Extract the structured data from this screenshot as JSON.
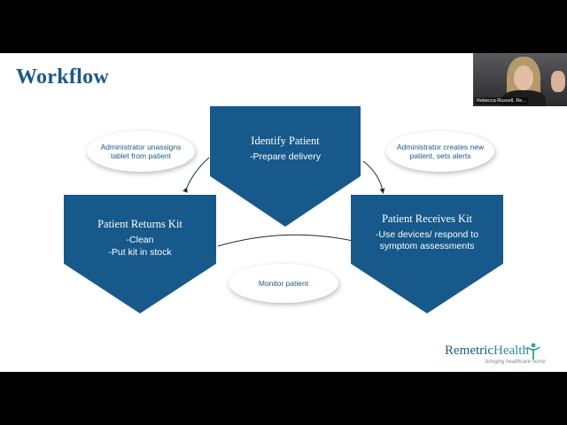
{
  "slide": {
    "title": "Workflow",
    "steps": {
      "top": {
        "title": "Identify Patient",
        "lines": [
          "-Prepare delivery"
        ]
      },
      "left": {
        "title": "Patient Returns Kit",
        "lines": [
          "-Clean",
          "-Put kit in stock"
        ]
      },
      "right": {
        "title": "Patient Receives Kit",
        "lines": [
          "-Use devices/ respond to",
          "symptom assessments"
        ]
      }
    },
    "bubbles": {
      "top_left": "Administrator unassigns tablet from patient",
      "top_right": "Administrator creates new patient, sets alerts",
      "bottom": "Monitor patient"
    },
    "logo": {
      "name_part1": "Remetric",
      "name_part2": "Health",
      "tagline": "bringing healthcare home"
    }
  },
  "video": {
    "participant_name": "Rebecca Russell, Re..."
  },
  "colors": {
    "primary": "#16598a",
    "title": "#1b5a83",
    "background": "#ffffff",
    "frame": "#000000"
  },
  "icons": {
    "logo_figure": "person-with-arms-raised-icon"
  }
}
